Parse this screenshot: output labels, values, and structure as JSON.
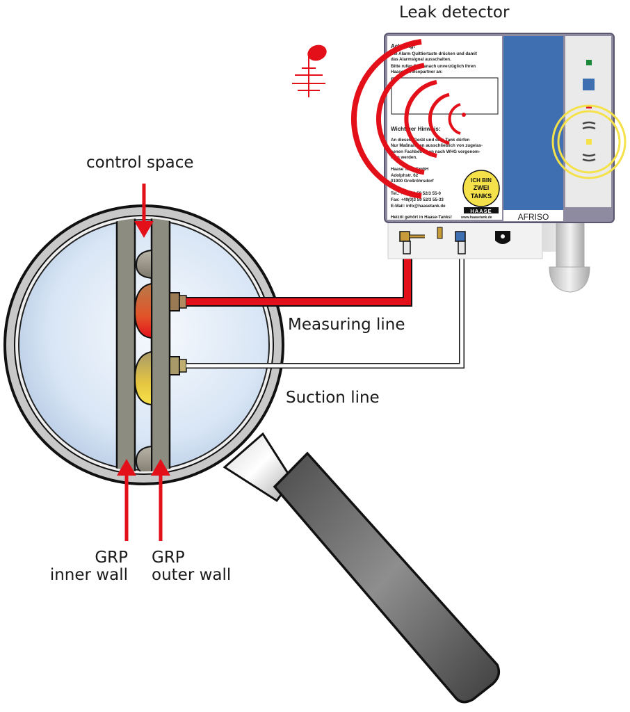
{
  "labels": {
    "leak_detector": "Leak detector",
    "control_space": "control space",
    "measuring_line": "Measuring line",
    "suction_line": "Suction line",
    "inner_wall_1": "GRP",
    "inner_wall_2": "inner wall",
    "outer_wall_1": "GRP",
    "outer_wall_2": "outer wall"
  },
  "device": {
    "brand": "AFRISO",
    "sticker_logo": "HAASE",
    "badge_lines": [
      "ICH BIN",
      "ZWEI",
      "TANKS"
    ],
    "notice_lines": [
      "Achtung!",
      "Bei Alarm Quittiertaste drücken und damit",
      "das Alarmsignal ausschalten.",
      "Bitte rufen Sie danach unverzüglich Ihren",
      "Haase-Servicepartner an:"
    ],
    "hint_lines": [
      "Wichtiger Hinweis:",
      "An diesem Gerät und dem Tank dürfen",
      "Nur Maßnahmen ausschließlich von zugelas-",
      "senen Fachbetrieben nach WHG vorgenom-",
      "men werden."
    ],
    "address_lines": [
      "Haase Tank GmbH",
      "Adolphstr. 62",
      "01900 Großröhrsdorf"
    ],
    "contact_lines": [
      "Tel.:    +49(0)3 59 52/3 55-0",
      "Fax:    +49(0)3 59 52/3 55-33",
      "E-Mail: info@haasetank.de"
    ],
    "footer_left": "Heizöl gehört in Haase-Tanks!",
    "footer_right": "www.haasetank.de"
  },
  "colors": {
    "red": "#e3101a",
    "device_blue": "#3f6fb0",
    "lens_light": "#e4eefa",
    "wall_gray": "#8c8c80",
    "alarm_yellow": "#f5e24a"
  },
  "icons": [
    "alarm-bell-icon",
    "sound-waves-icon",
    "magnifying-glass-icon"
  ]
}
